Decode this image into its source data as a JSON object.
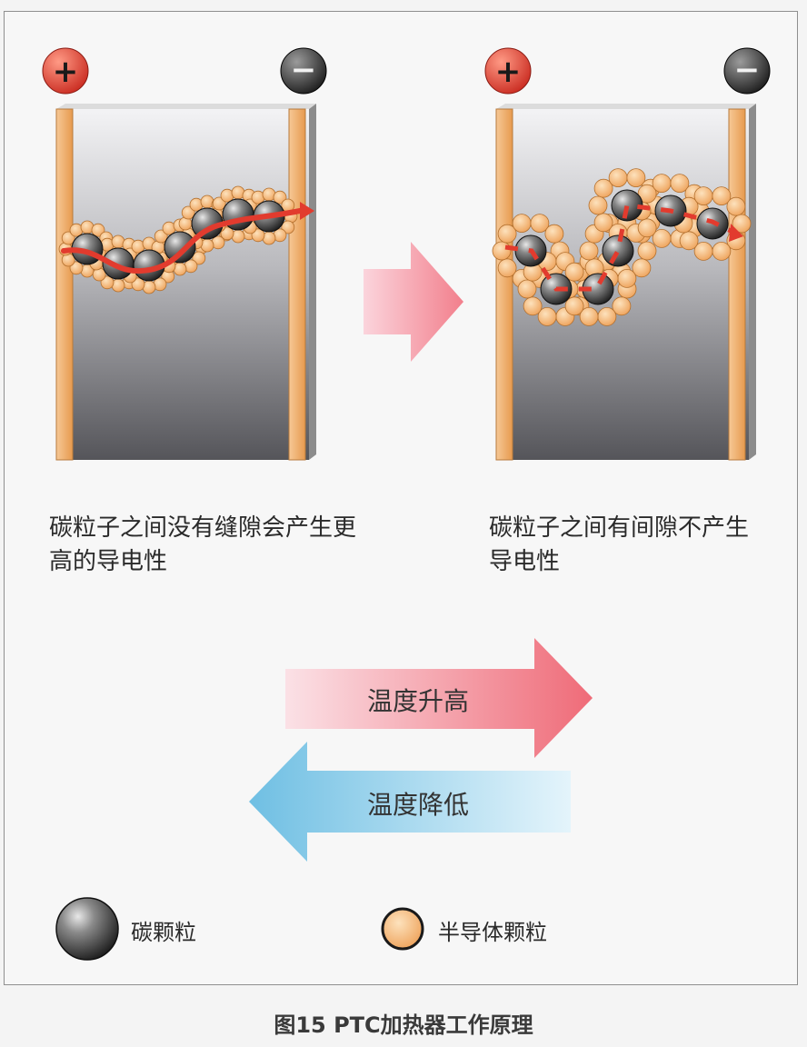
{
  "panels": {
    "left": {
      "plus_symbol": "+",
      "minus_symbol": "−",
      "description_line1": "碳粒子之间没有缝隙会产生更",
      "description_line2": "高的导电性"
    },
    "right": {
      "plus_symbol": "+",
      "minus_symbol": "−",
      "description_line1": "碳粒子之间有间隙不产生",
      "description_line2": "导电性"
    }
  },
  "temperature_arrows": {
    "rise_label": "温度升高",
    "fall_label": "温度降低",
    "rise_color": "#f07a85",
    "fall_color": "#7fc6e6"
  },
  "legend": {
    "carbon_label": "碳颗粒",
    "semiconductor_label": "半导体颗粒",
    "carbon_color": "#3a3a3a",
    "semiconductor_color": "#f2a85a"
  },
  "caption": "图15 PTC加热器工作原理",
  "colors": {
    "electrode": "#f0b070",
    "current_path": "#e23b2e",
    "positive_terminal": "#e0463a",
    "negative_terminal": "#2e2e2e"
  }
}
